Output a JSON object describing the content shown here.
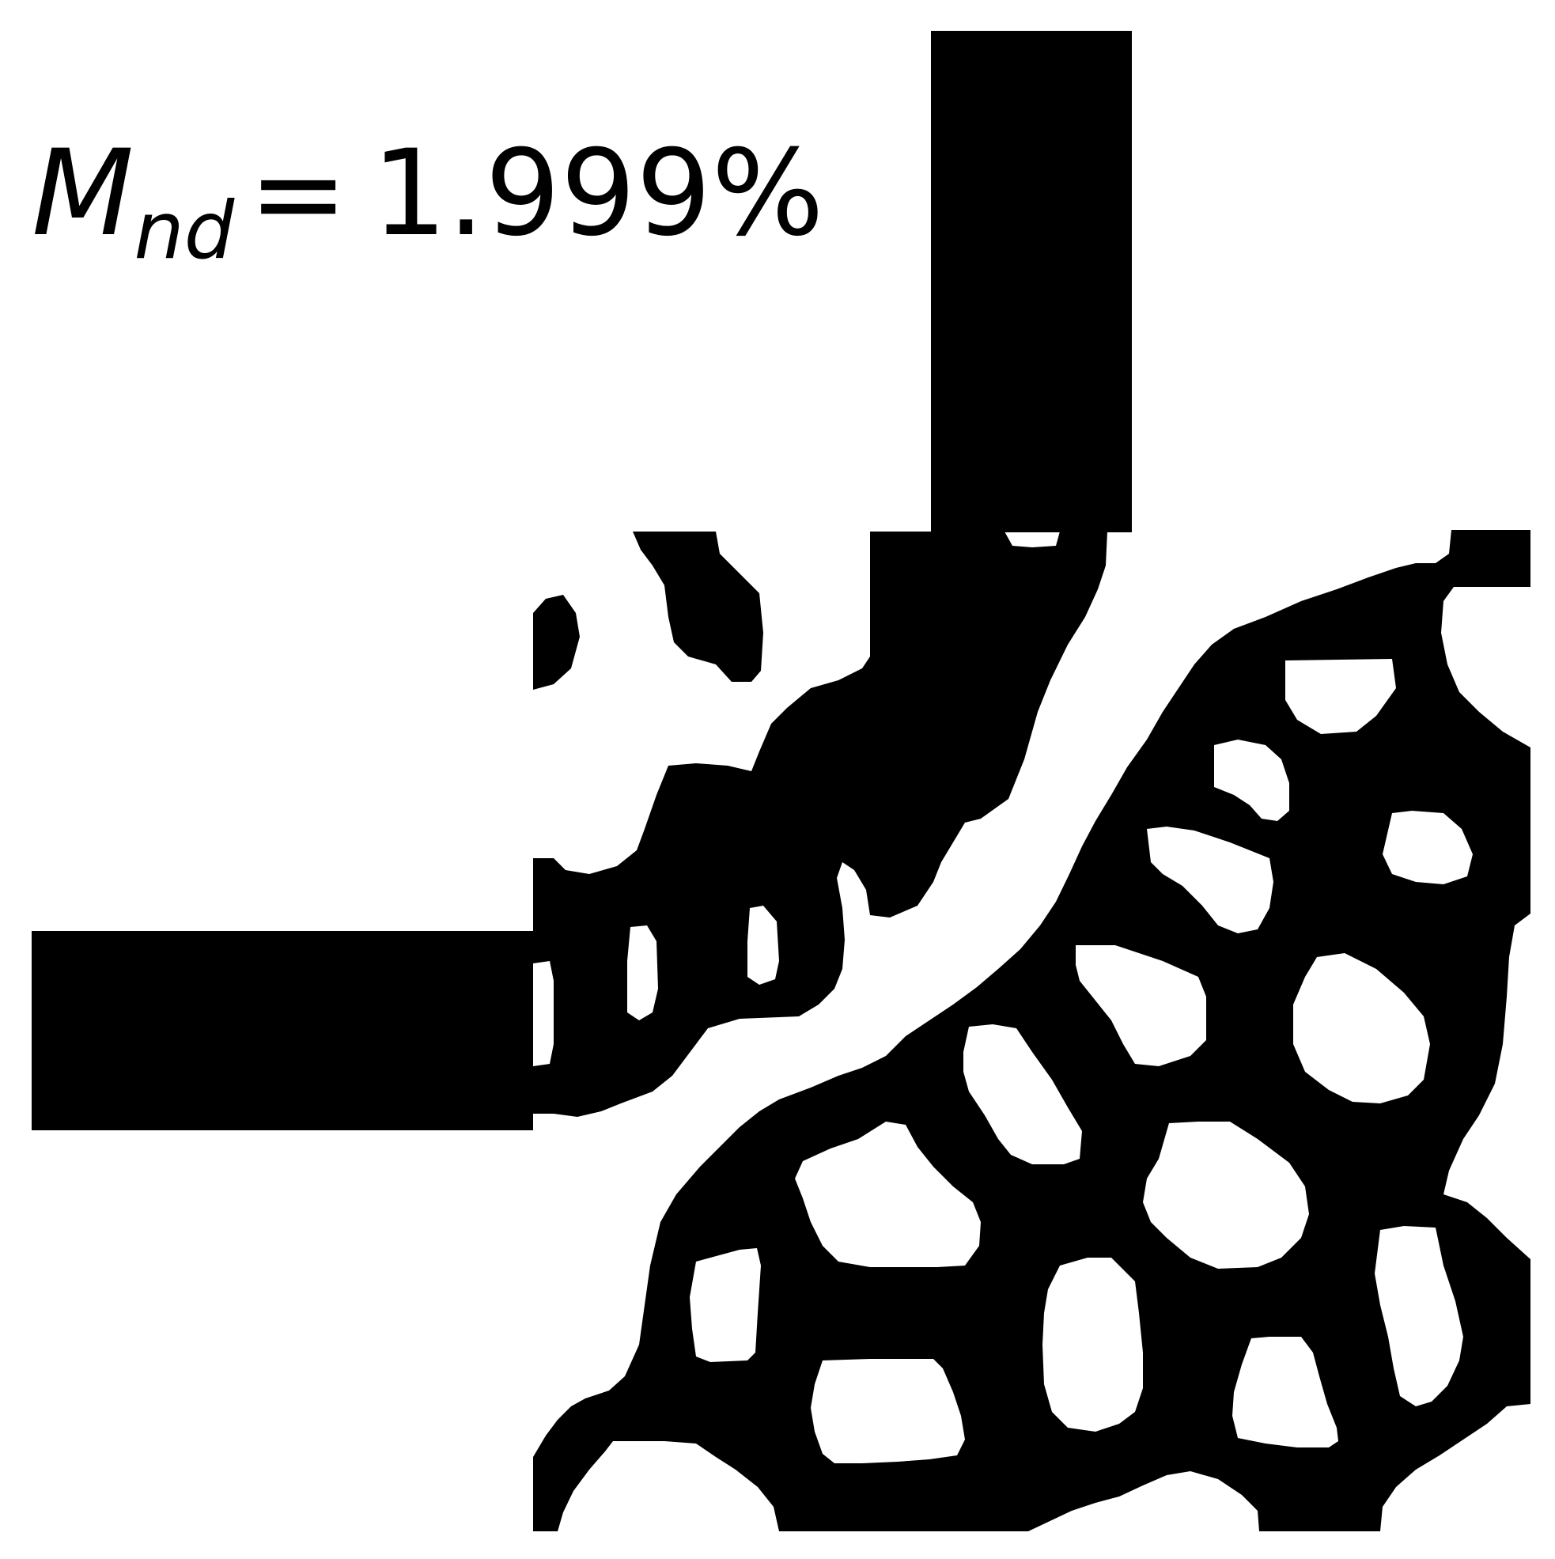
{
  "label": {
    "symbol": "M",
    "subscript": "nd",
    "operator": "=",
    "value": "1.999%"
  },
  "colors": {
    "solid": "#000000",
    "void": "#ffffff"
  }
}
